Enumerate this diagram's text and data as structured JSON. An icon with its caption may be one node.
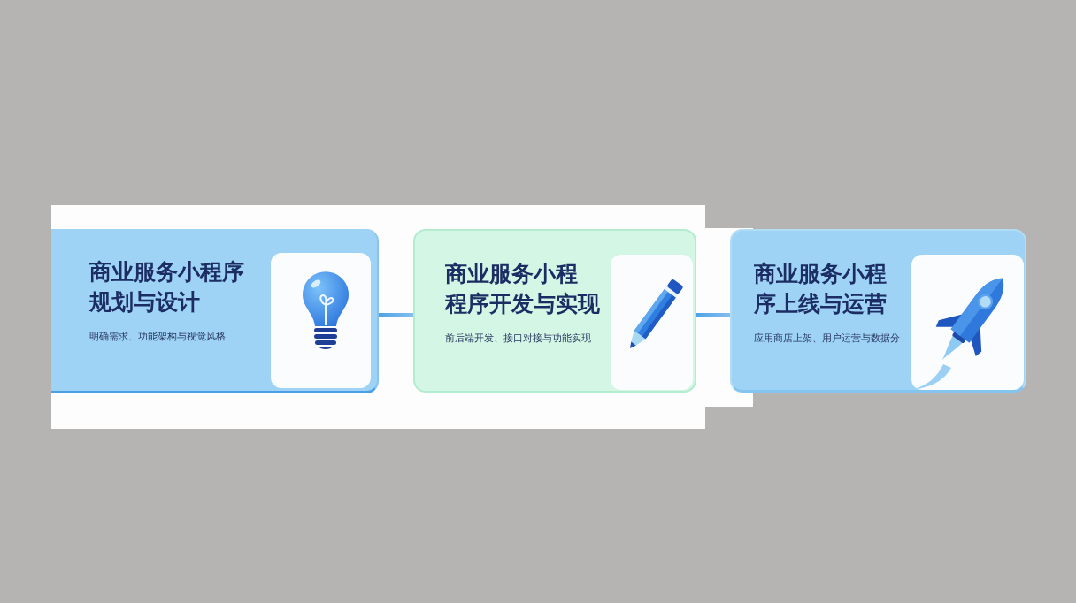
{
  "diagram": {
    "nodes": [
      {
        "text": [
          "商业服务小程序规划与设计",
          "明确需求、功能架构与视觉风格"
        ]
      },
      {
        "text": [
          "商业服务小程程序开发与实现",
          "前后端开发、接口对接与功能实现"
        ]
      },
      {
        "text": [
          "商业服务小程序上线与运营",
          "应用商店上架、用户运营与数据分"
        ]
      }
    ],
    "edges": [
      {
        "from": 0,
        "to": 1,
        "arrow": "none"
      },
      {
        "from": 1,
        "to": 2,
        "arrow": "none"
      }
    ]
  }
}
